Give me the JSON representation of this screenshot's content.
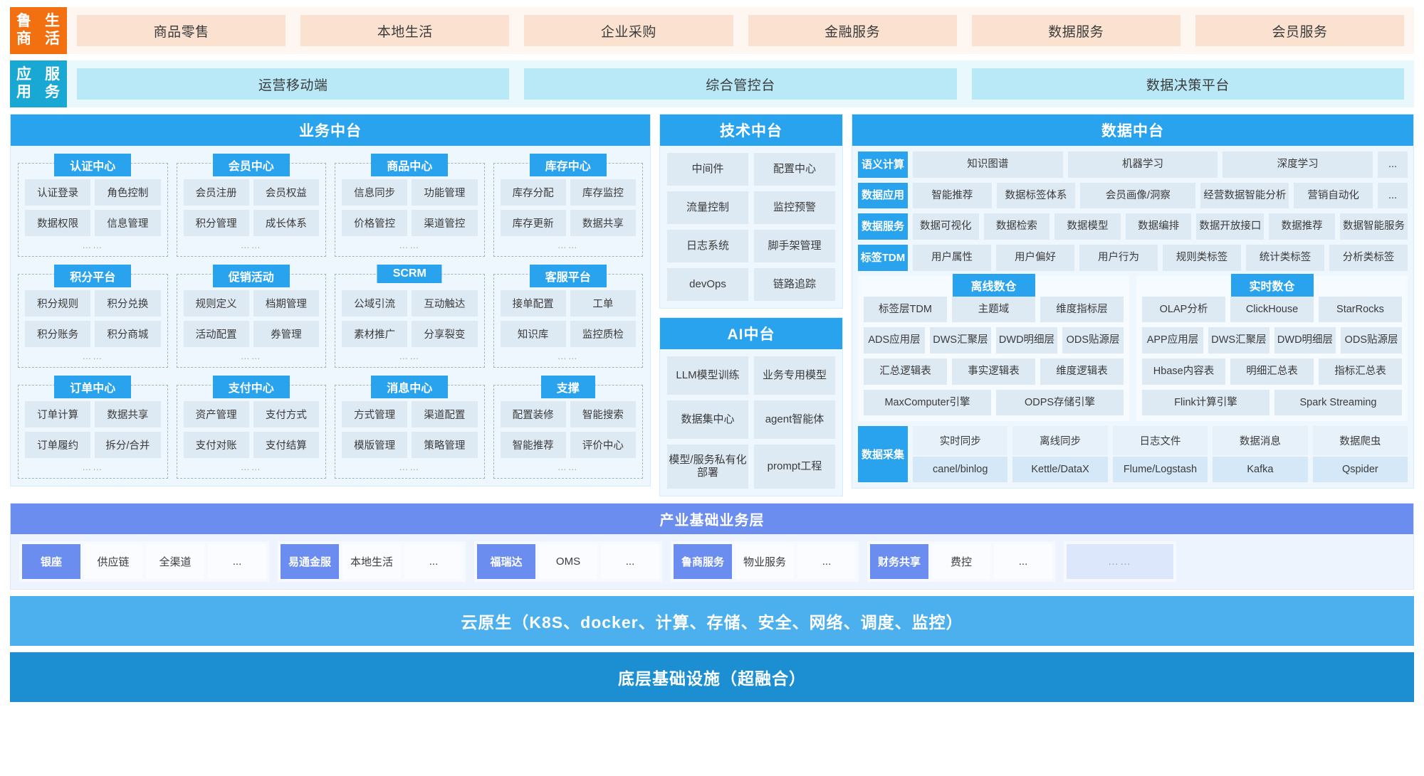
{
  "top_bands": [
    {
      "tag": "鲁商\n生活",
      "tag_color": "#f2700f",
      "items": [
        "商品零售",
        "本地生活",
        "企业采购",
        "金融服务",
        "数据服务",
        "会员服务"
      ]
    },
    {
      "tag": "应用\n服务",
      "tag_color": "#19a7d4",
      "items": [
        "运营移动端",
        "综合管控台",
        "数据决策平台"
      ]
    }
  ],
  "business_platform": {
    "title": "业务中台",
    "rows": [
      [
        {
          "name": "认证中心",
          "cells": [
            "认证登录",
            "角色控制",
            "数据权限",
            "信息管理"
          ],
          "dots": "……"
        },
        {
          "name": "会员中心",
          "cells": [
            "会员注册",
            "会员权益",
            "积分管理",
            "成长体系"
          ],
          "dots": "……"
        },
        {
          "name": "商品中心",
          "cells": [
            "信息同步",
            "功能管理",
            "价格管控",
            "渠道管控"
          ],
          "dots": "……"
        },
        {
          "name": "库存中心",
          "cells": [
            "库存分配",
            "库存监控",
            "库存更新",
            "数据共享"
          ],
          "dots": "……"
        }
      ],
      [
        {
          "name": "积分平台",
          "cells": [
            "积分规则",
            "积分兑换",
            "积分账务",
            "积分商城"
          ],
          "dots": "……"
        },
        {
          "name": "促销活动",
          "cells": [
            "规则定义",
            "档期管理",
            "活动配置",
            "券管理"
          ],
          "dots": "……"
        },
        {
          "name": "SCRM",
          "cells": [
            "公域引流",
            "互动触达",
            "素材推广",
            "分享裂变"
          ],
          "dots": "……"
        },
        {
          "name": "客服平台",
          "cells": [
            "接单配置",
            "工单",
            "知识库",
            "监控质检"
          ],
          "dots": "……"
        }
      ],
      [
        {
          "name": "订单中心",
          "cells": [
            "订单计算",
            "数据共享",
            "订单履约",
            "拆分/合并"
          ],
          "dots": "……"
        },
        {
          "name": "支付中心",
          "cells": [
            "资产管理",
            "支付方式",
            "支付对账",
            "支付结算"
          ],
          "dots": "……"
        },
        {
          "name": "消息中心",
          "cells": [
            "方式管理",
            "渠道配置",
            "模版管理",
            "策略管理"
          ],
          "dots": "……"
        },
        {
          "name": "支撑",
          "cells": [
            "配置装修",
            "智能搜索",
            "智能推荐",
            "评价中心"
          ],
          "dots": "……"
        }
      ]
    ]
  },
  "tech_platform": {
    "title": "技术中台",
    "cells": [
      "中间件",
      "配置中心",
      "流量控制",
      "监控预警",
      "日志系统",
      "脚手架管理",
      "devOps",
      "链路追踪"
    ]
  },
  "ai_platform": {
    "title": "AI中台",
    "cells": [
      "LLM模型训练",
      "业务专用模型",
      "数据集中心",
      "agent智能体",
      "模型/服务私有化部署",
      "prompt工程"
    ]
  },
  "data_platform": {
    "title": "数据中台",
    "rows": [
      {
        "tag": "语义计算",
        "cells": [
          {
            "text": "知识图谱",
            "grow": 3
          },
          {
            "text": "机器学习",
            "grow": 3
          },
          {
            "text": "深度学习",
            "grow": 3
          },
          {
            "text": "...",
            "grow": 0
          }
        ]
      },
      {
        "tag": "数据应用",
        "cells": [
          {
            "text": "智能推荐",
            "grow": 2
          },
          {
            "text": "数据标签体系",
            "grow": 2
          },
          {
            "text": "会员画像/洞察",
            "grow": 3
          },
          {
            "text": "经营数据\n智能分析",
            "grow": 2
          },
          {
            "text": "营销自动化",
            "grow": 2
          },
          {
            "text": "...",
            "grow": 0
          }
        ]
      },
      {
        "tag": "数据服务",
        "cells": [
          {
            "text": "数据可视化",
            "grow": 1
          },
          {
            "text": "数据检索",
            "grow": 1
          },
          {
            "text": "数据模型",
            "grow": 1
          },
          {
            "text": "数据编排",
            "grow": 1
          },
          {
            "text": "数据开放接口",
            "grow": 1
          },
          {
            "text": "数据推荐",
            "grow": 1
          },
          {
            "text": "数据智能服务",
            "grow": 1
          }
        ]
      },
      {
        "tag": "标签\nTDM",
        "cells": [
          {
            "text": "用户属性",
            "grow": 1
          },
          {
            "text": "用户偏好",
            "grow": 1
          },
          {
            "text": "用户行为",
            "grow": 1
          },
          {
            "text": "规则类标签",
            "grow": 1
          },
          {
            "text": "统计类标签",
            "grow": 1
          },
          {
            "text": "分析类标签",
            "grow": 1
          }
        ]
      }
    ],
    "warehouses": [
      {
        "name": "离线数仓",
        "lines": [
          [
            "标签层TDM",
            "主题域",
            "维度指标层"
          ],
          [
            "ADS应用层",
            "DWS汇聚层",
            "DWD明细层",
            "ODS贴源层"
          ],
          [
            "汇总逻辑表",
            "事实逻辑表",
            "维度逻辑表"
          ],
          [
            "MaxComputer引擎",
            "ODPS存储引擎"
          ]
        ]
      },
      {
        "name": "实时数仓",
        "lines": [
          [
            "OLAP分析",
            "ClickHouse",
            "StarRocks"
          ],
          [
            "APP应用层",
            "DWS汇聚层",
            "DWD明细层",
            "ODS贴源层"
          ],
          [
            "Hbase内容表",
            "明细汇总表",
            "指标汇总表"
          ],
          [
            "Flink计算引擎",
            "Spark Streaming"
          ]
        ]
      }
    ],
    "collection": {
      "tag": "数据采集",
      "columns": [
        {
          "top": "实时同步",
          "bottom": "canel/binlog"
        },
        {
          "top": "离线同步",
          "bottom": "Kettle/DataX"
        },
        {
          "top": "日志文件",
          "bottom": "Flume/Logstash"
        },
        {
          "top": "数据消息",
          "bottom": "Kafka"
        },
        {
          "top": "数据爬虫",
          "bottom": "Qspider"
        }
      ]
    }
  },
  "industry_layer": {
    "title": "产业基础业务层",
    "groups": [
      {
        "head": "银座",
        "items": [
          "供应链",
          "全渠道",
          "..."
        ]
      },
      {
        "head": "易通金服",
        "items": [
          "本地生活",
          "..."
        ]
      },
      {
        "head": "福瑞达",
        "items": [
          "OMS",
          "..."
        ]
      },
      {
        "head": "鲁商服务",
        "items": [
          "物业服务",
          "..."
        ]
      },
      {
        "head": "财务共享",
        "items": [
          "费控",
          "..."
        ]
      }
    ],
    "tail": "……"
  },
  "footer": {
    "cloud_native": "云原生（K8S、docker、计算、存储、安全、网络、调度、监控）",
    "infrastructure": "底层基础设施（超融合）"
  },
  "colors": {
    "orange": "#f2700f",
    "cyan": "#19a7d4",
    "blue": "#2aa3ef",
    "indigo": "#6b8df0",
    "cloud_bar": "#4cb0ee",
    "infra_bar": "#1b8fd1"
  }
}
